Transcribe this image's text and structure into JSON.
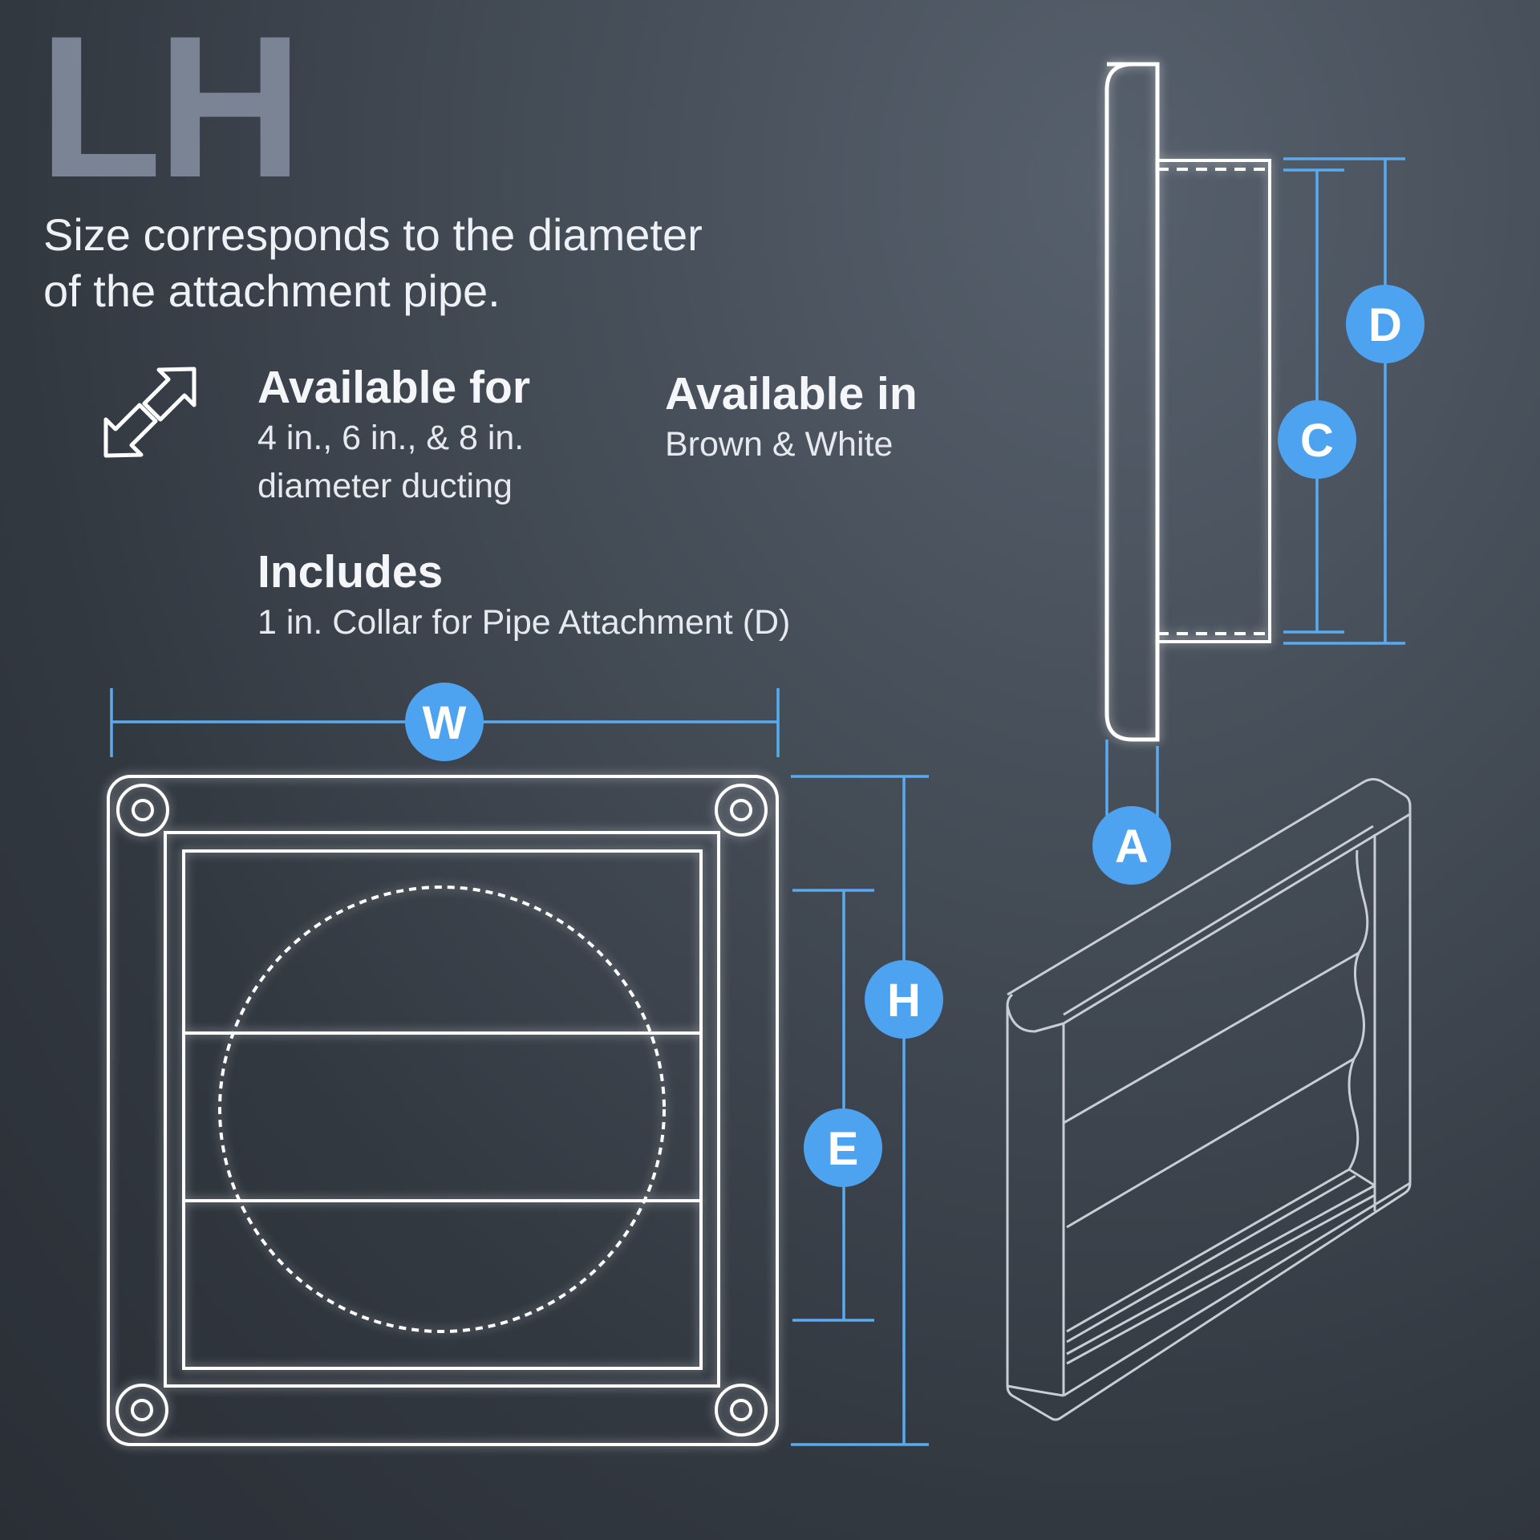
{
  "model_code": "LH",
  "intro": {
    "line1": "Size corresponds to the diameter",
    "line2": "of the attachment pipe."
  },
  "available_for": {
    "title": "Available for",
    "line1": "4 in., 6 in., & 8 in.",
    "line2": "diameter ducting",
    "icon": "resize-arrows-icon"
  },
  "available_in": {
    "title": "Available in",
    "text": "Brown & White"
  },
  "includes": {
    "title": "Includes",
    "text": "1 in. Collar for Pipe Attachment (D)"
  },
  "dimension_markers": {
    "w": "W",
    "h": "H",
    "e": "E",
    "a": "A",
    "c": "C",
    "d": "D"
  },
  "colors": {
    "accent_blue": "#5aaaf0",
    "marker_fill": "#4da3ef",
    "line_white": "#ffffff",
    "title_gray": "#7a8494"
  }
}
